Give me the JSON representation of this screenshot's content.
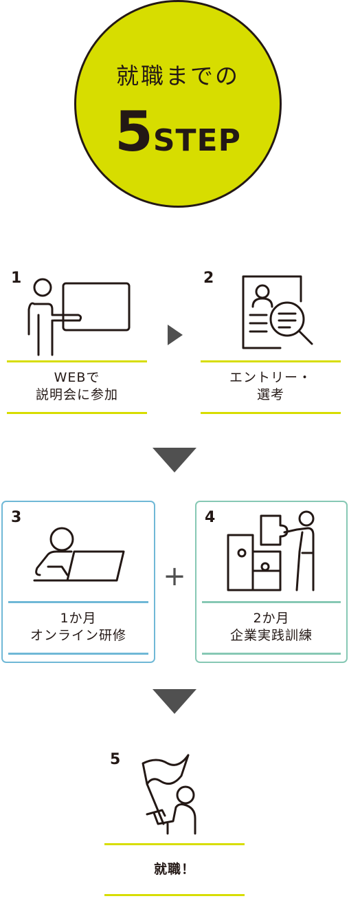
{
  "header": {
    "subtitle": "就職までの",
    "title_number": "5",
    "title_word": "STEP",
    "accent_color": "#d7dd00"
  },
  "steps": [
    {
      "number": "1",
      "label_line1": "WEBで",
      "label_line2": "説明会に参加",
      "icon": "presentation-icon"
    },
    {
      "number": "2",
      "label_line1": "エントリー・",
      "label_line2": "選考",
      "icon": "resume-search-icon"
    },
    {
      "number": "3",
      "label_line1": "1か月",
      "label_line2": "オンライン研修",
      "icon": "laptop-user-icon",
      "frame_color": "#6fb8d6"
    },
    {
      "number": "4",
      "label_line1": "2か月",
      "label_line2": "企業実践訓練",
      "icon": "puzzle-worker-icon",
      "frame_color": "#86c8b4"
    },
    {
      "number": "5",
      "label_line1": "就職！",
      "icon": "flag-person-icon"
    }
  ],
  "connectors": {
    "plus": "+"
  }
}
